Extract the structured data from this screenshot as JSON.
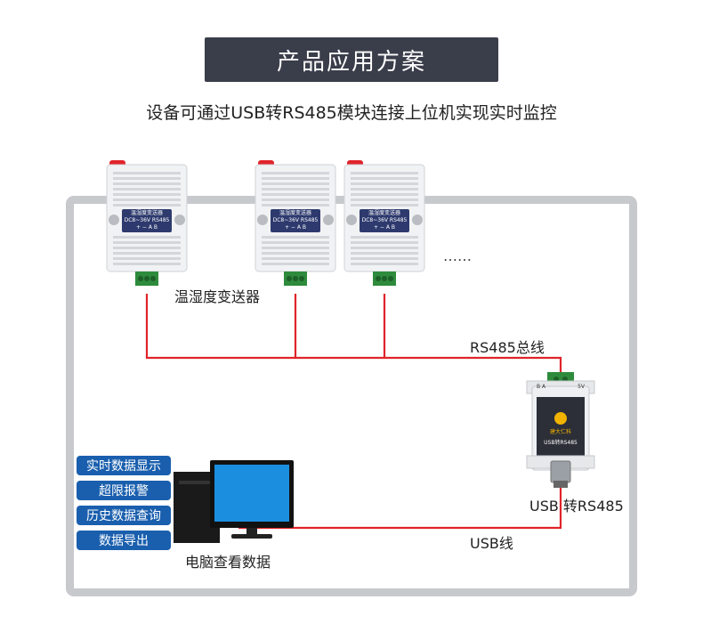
{
  "header": {
    "title": "产品应用方案"
  },
  "subtitle": "设备可通过USB转RS485模块连接上位机实现实时监控",
  "sensor": {
    "label": "温湿度变送器",
    "face_title": "温湿度变送器",
    "face_spec": "DC8~36V  RS485",
    "face_terminals": "+  −  A  B",
    "ellipsis": "……"
  },
  "bus_label": "RS485总线",
  "converter": {
    "label": "USB 转RS485",
    "face_model": "USB转RS485",
    "face_brand": "建大仁科",
    "face_text_left": "B A",
    "face_text_right": "5V"
  },
  "usb_label": "USB线",
  "computer_label": "电脑查看数据",
  "features": [
    "实时数据显示",
    "超限报警",
    "历史数据查询",
    "数据导出"
  ],
  "colors": {
    "title_bg": "#3a3d4a",
    "wire": "#e0242a",
    "button": "#1a5fae",
    "frame": "#c7c9cd",
    "monitor_screen": "#1b8ee0"
  }
}
